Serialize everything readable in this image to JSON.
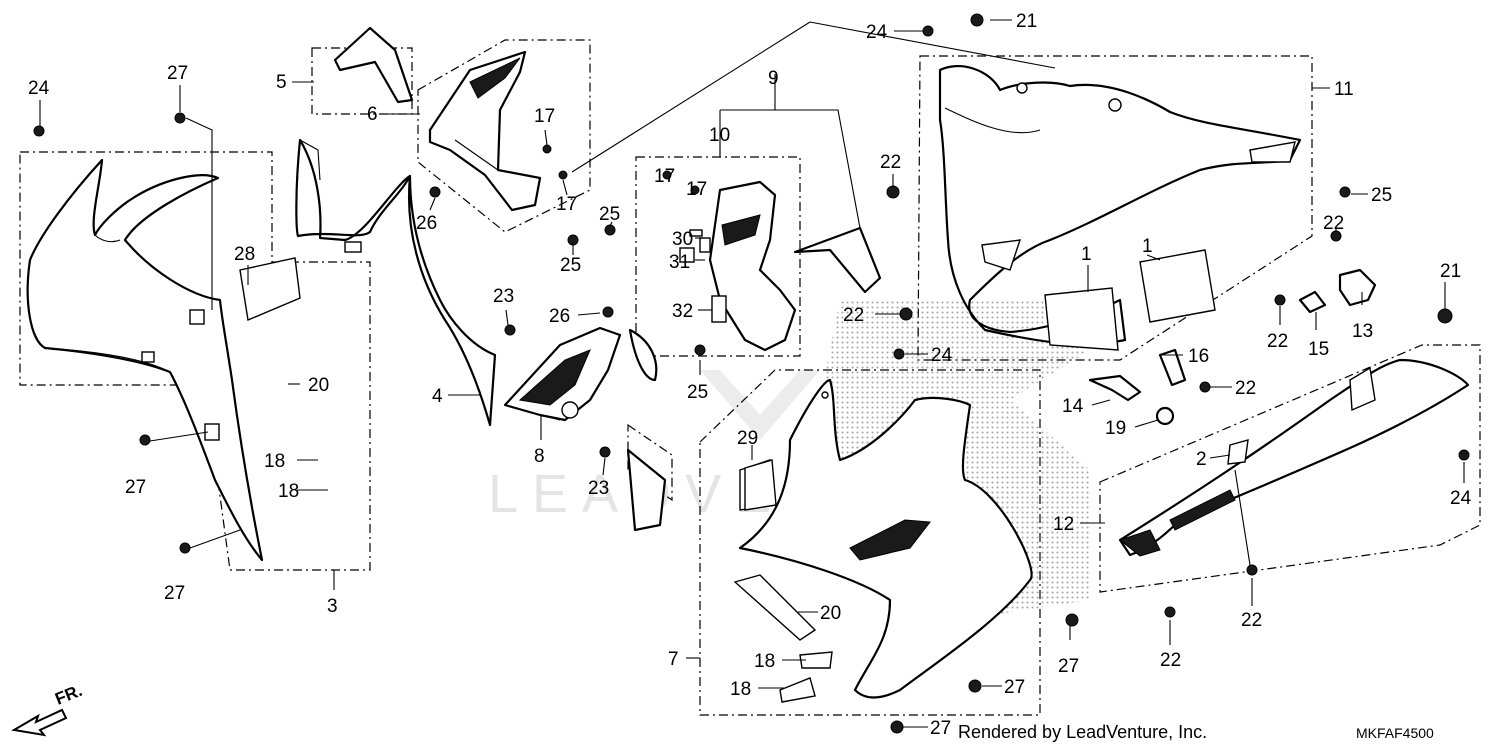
{
  "callouts": [
    {
      "id": "c24a",
      "label": "24"
    },
    {
      "id": "c27a",
      "label": "27"
    },
    {
      "id": "c5",
      "label": "5"
    },
    {
      "id": "c6",
      "label": "6"
    },
    {
      "id": "c17a",
      "label": "17"
    },
    {
      "id": "c17b",
      "label": "17"
    },
    {
      "id": "c26a",
      "label": "26"
    },
    {
      "id": "c25a",
      "label": "25"
    },
    {
      "id": "c28",
      "label": "28"
    },
    {
      "id": "c23a",
      "label": "23"
    },
    {
      "id": "c20a",
      "label": "20"
    },
    {
      "id": "c4",
      "label": "4"
    },
    {
      "id": "c18a",
      "label": "18"
    },
    {
      "id": "c18b",
      "label": "18"
    },
    {
      "id": "c27b",
      "label": "27"
    },
    {
      "id": "c27c",
      "label": "27"
    },
    {
      "id": "c3",
      "label": "3"
    },
    {
      "id": "c9",
      "label": "9"
    },
    {
      "id": "c10",
      "label": "10"
    },
    {
      "id": "c17c",
      "label": "17"
    },
    {
      "id": "c17d",
      "label": "17"
    },
    {
      "id": "c25b",
      "label": "25"
    },
    {
      "id": "c30",
      "label": "30"
    },
    {
      "id": "c31",
      "label": "31"
    },
    {
      "id": "c26b",
      "label": "26"
    },
    {
      "id": "c32",
      "label": "32"
    },
    {
      "id": "c25c",
      "label": "25"
    },
    {
      "id": "c8",
      "label": "8"
    },
    {
      "id": "c23b",
      "label": "23"
    },
    {
      "id": "c24b",
      "label": "24"
    },
    {
      "id": "c21a",
      "label": "21"
    },
    {
      "id": "c11",
      "label": "11"
    },
    {
      "id": "c22a",
      "label": "22"
    },
    {
      "id": "c25d",
      "label": "25"
    },
    {
      "id": "c22b",
      "label": "22"
    },
    {
      "id": "c1a",
      "label": "1"
    },
    {
      "id": "c1b",
      "label": "1"
    },
    {
      "id": "c22c",
      "label": "22"
    },
    {
      "id": "c21b",
      "label": "21"
    },
    {
      "id": "c22d",
      "label": "22"
    },
    {
      "id": "c15",
      "label": "15"
    },
    {
      "id": "c13",
      "label": "13"
    },
    {
      "id": "c24c",
      "label": "24"
    },
    {
      "id": "c16",
      "label": "16"
    },
    {
      "id": "c22e",
      "label": "22"
    },
    {
      "id": "c14",
      "label": "14"
    },
    {
      "id": "c19",
      "label": "19"
    },
    {
      "id": "c29",
      "label": "29"
    },
    {
      "id": "c2",
      "label": "2"
    },
    {
      "id": "c24d",
      "label": "24"
    },
    {
      "id": "c12",
      "label": "12"
    },
    {
      "id": "c20b",
      "label": "20"
    },
    {
      "id": "c7",
      "label": "7"
    },
    {
      "id": "c18c",
      "label": "18"
    },
    {
      "id": "c18d",
      "label": "18"
    },
    {
      "id": "c27d",
      "label": "27"
    },
    {
      "id": "c27e",
      "label": "27"
    },
    {
      "id": "c27f",
      "label": "27"
    },
    {
      "id": "c22f",
      "label": "22"
    },
    {
      "id": "c22g",
      "label": "22"
    }
  ],
  "footer": {
    "rendered_by": "Rendered by LeadVenture, Inc.",
    "diagram_code": "MKFAF4500",
    "direction": "FR."
  },
  "watermark": "LEADVENTURE"
}
